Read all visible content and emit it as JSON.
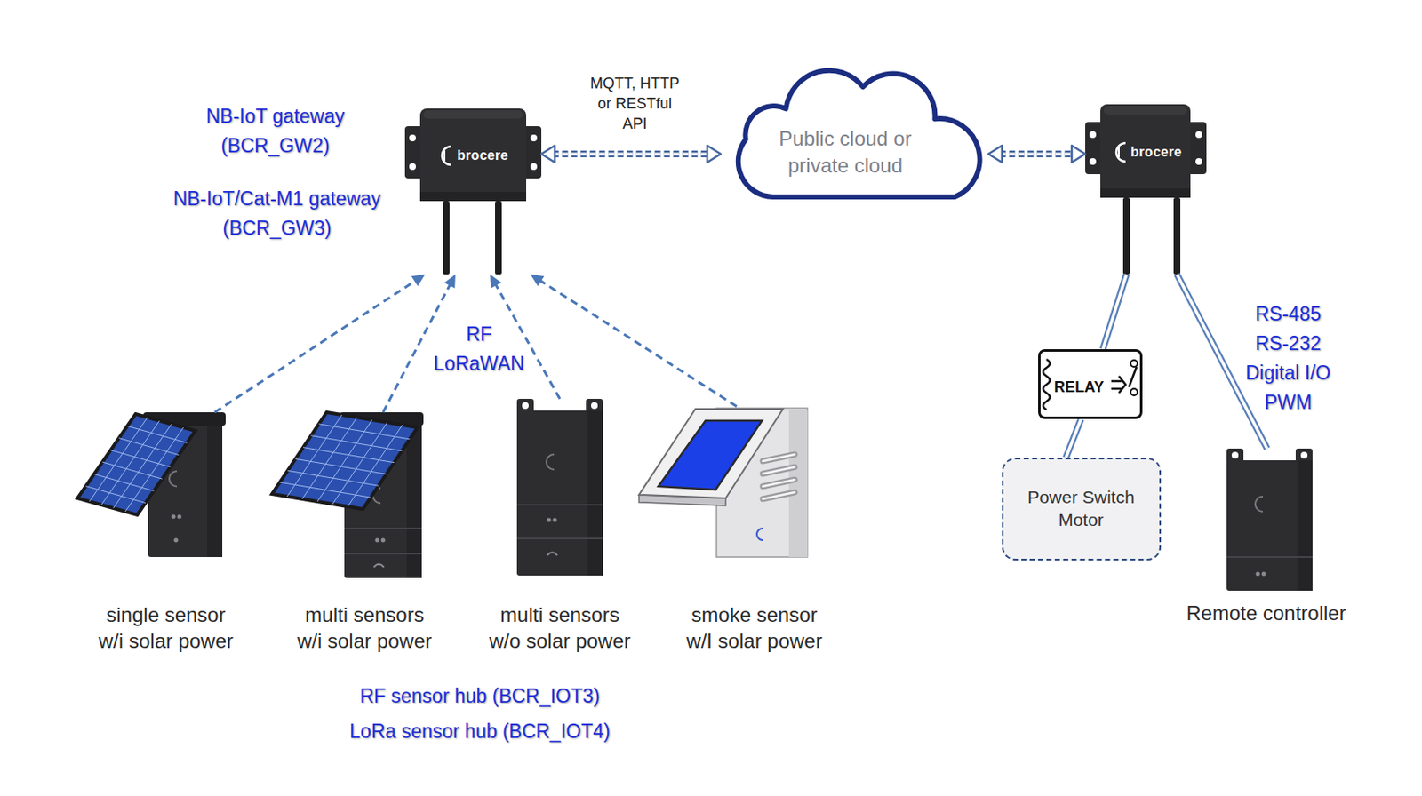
{
  "diagram": {
    "nodes": [
      {
        "text": [
          "brocere"
        ]
      },
      {
        "text": [
          "Public cloud or private cloud"
        ]
      },
      {
        "text": [
          "brocere"
        ]
      },
      {
        "text": [
          "single sensor w/i solar power"
        ]
      },
      {
        "text": [
          "multi sensors w/i solar power"
        ]
      },
      {
        "text": [
          "multi sensors w/o solar power"
        ]
      },
      {
        "text": [
          "smoke sensor w/I solar power"
        ]
      },
      {
        "text": [
          "RELAY"
        ]
      },
      {
        "text": [
          "Power Switch Motor"
        ]
      },
      {
        "text": [
          "Remote controller"
        ]
      }
    ],
    "edges": [
      {
        "from": 0,
        "to": 1,
        "label": "MQTT, HTTP or RESTful API",
        "arrow": "both"
      },
      {
        "from": 1,
        "to": 2,
        "arrow": "both"
      },
      {
        "from": 3,
        "to": 0,
        "arrow": "to"
      },
      {
        "from": 4,
        "to": 0,
        "arrow": "to"
      },
      {
        "from": 5,
        "to": 0,
        "arrow": "to"
      },
      {
        "from": 6,
        "to": 0,
        "arrow": "to"
      },
      {
        "from": 2,
        "to": 7,
        "arrow": "none"
      },
      {
        "from": 7,
        "to": 8,
        "arrow": "none"
      },
      {
        "from": 2,
        "to": 9,
        "arrow": "none"
      }
    ],
    "labels": [
      "NB-IoT gateway (BCR_GW2)",
      "NB-IoT/Cat-M1 gateway (BCR_GW3)",
      "RF LoRaWAN",
      "RF sensor hub (BCR_IOT3)",
      "LoRa sensor hub (BCR_IOT4)",
      "RS-485 RS-232 Digital I/O PWM"
    ]
  }
}
